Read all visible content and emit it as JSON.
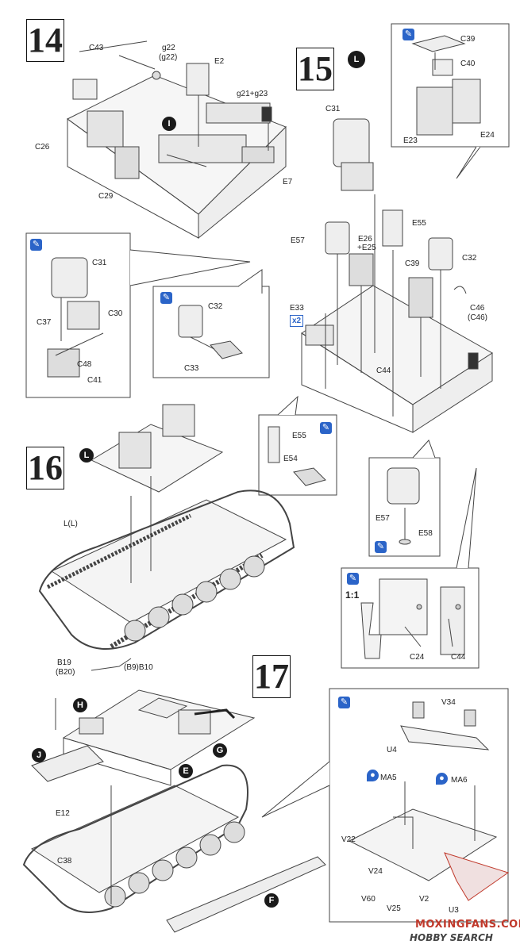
{
  "steps": {
    "s14": "14",
    "s15": "15",
    "s16": "16",
    "s17": "17"
  },
  "markers": {
    "L": "L",
    "I": "I",
    "H": "H",
    "G": "G",
    "J": "J",
    "E": "E",
    "F": "F"
  },
  "labels14": {
    "c43": "C43",
    "g22": "g22",
    "g22b": "(g22)",
    "e2": "E2",
    "g21g23": "g21+g23",
    "c26": "C26",
    "c29": "C29",
    "e7": "E7"
  },
  "labels15": {
    "c39a": "C39",
    "c40": "C40",
    "e23": "E23",
    "e24": "E24",
    "c31": "C31",
    "e55": "E55",
    "e57": "E57",
    "e26e25a": "E26",
    "e26e25b": "+E25",
    "c32": "C32",
    "c39b": "C39",
    "e33": "E33",
    "x2": "x2",
    "c46": "C46",
    "c46b": "(C46)",
    "c44": "C44"
  },
  "detail_seat": {
    "c31": "C31",
    "c37": "C37",
    "c30": "C30",
    "c48": "C48",
    "c41": "C41"
  },
  "detail_c32": {
    "c32": "C32",
    "c33": "C33"
  },
  "detail_e55": {
    "e55": "E55",
    "e54": "E54"
  },
  "detail_e57": {
    "e57": "E57",
    "e58": "E58"
  },
  "detail_scale": {
    "scale": "1:1",
    "c24": "C24",
    "c44": "C44"
  },
  "labels16": {
    "ll": "L(L)",
    "b19": "B19",
    "b20": "(B20)",
    "b9b10": "(B9)B10"
  },
  "labels17": {
    "e12": "E12",
    "c38": "C38"
  },
  "detail_17": {
    "v34": "V34",
    "u4": "U4",
    "ma5": "MA5",
    "ma6": "MA6",
    "v22": "V22",
    "v24": "V24",
    "v60": "V60",
    "v25": "V25",
    "v2": "V2",
    "u3": "U3"
  },
  "watermark": {
    "site": "MOXINGFANS.COM",
    "hobby": "HOBBY SEARCH"
  },
  "colors": {
    "paint_icon": "#2b64c8",
    "watermark_red": "#c0392b",
    "line": "#444444"
  },
  "icons": {
    "paint": "brush-icon",
    "glue": "glue-drop-icon"
  }
}
